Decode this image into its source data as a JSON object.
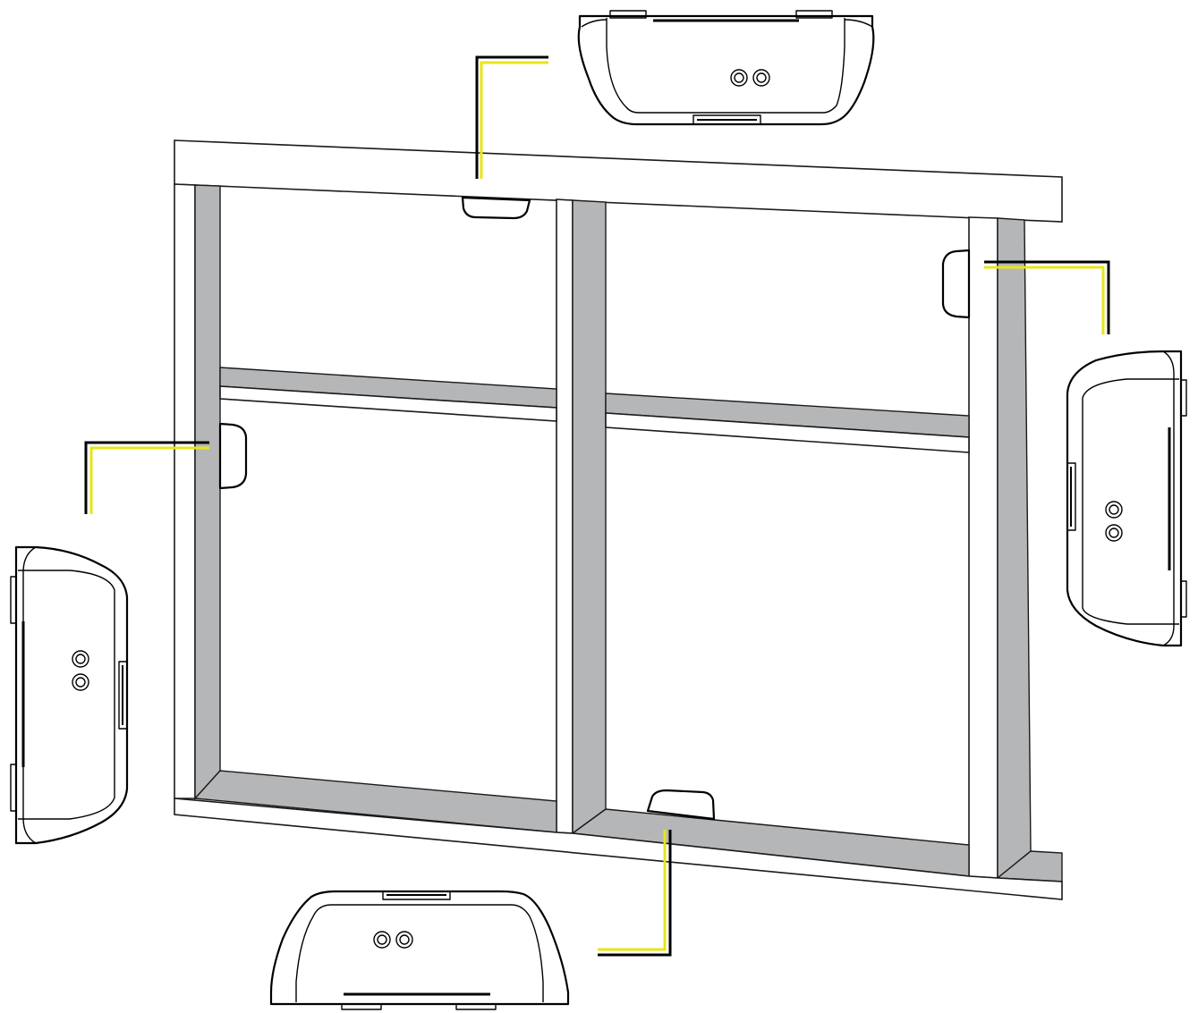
{
  "colors": {
    "background": "#ffffff",
    "frame_face": "#ffffff",
    "frame_depth_shade": "#b5b6b8",
    "outline": "#1a1a1a",
    "leader_line_black": "#000000",
    "leader_line_yellow": "#e8e51a"
  },
  "diagram": {
    "subject": "window-frame-sensor-placement",
    "frame_panes": 4,
    "sensor_positions": [
      "top-header",
      "right-jamb",
      "left-jamb",
      "bottom-sill"
    ],
    "callout_views": [
      "top",
      "right",
      "left",
      "bottom"
    ],
    "sensor_buttons_per_device": 2
  }
}
